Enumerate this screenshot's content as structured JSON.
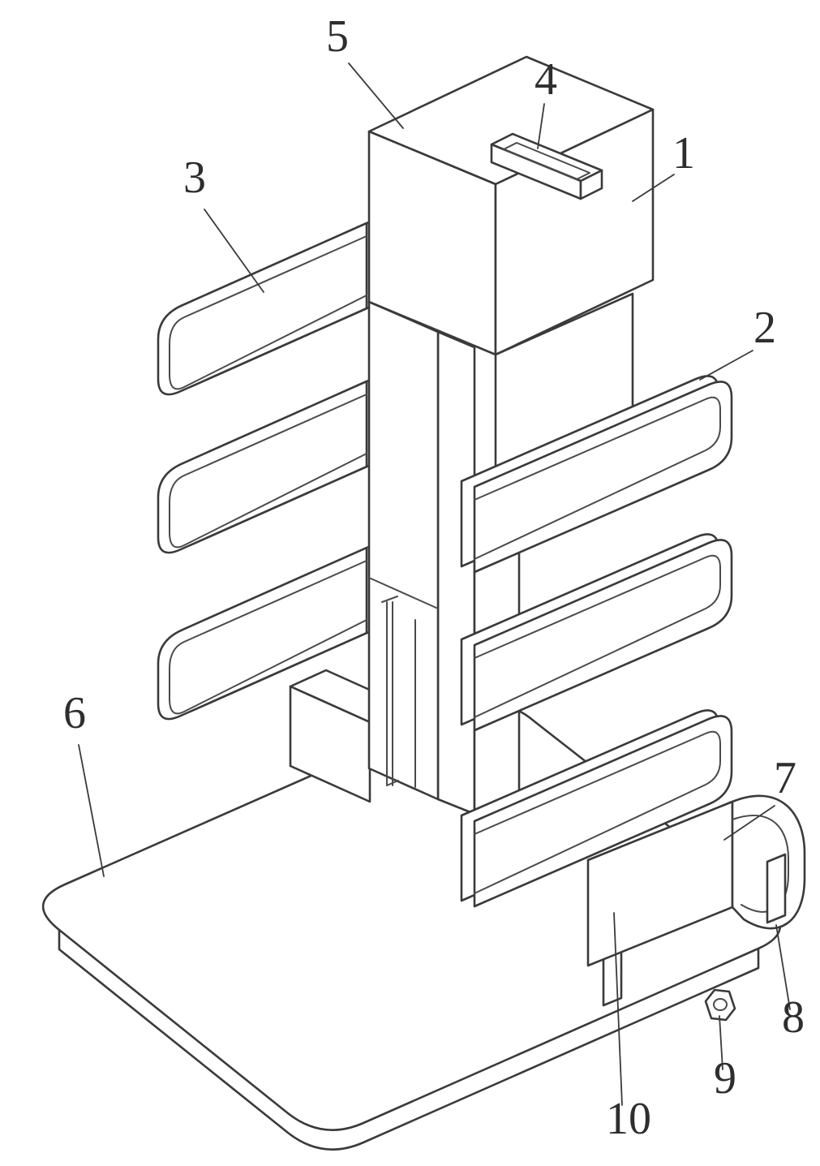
{
  "figure": {
    "type": "patent-line-drawing",
    "background": "#ffffff",
    "line_color": "#3a3a3a",
    "callouts": [
      {
        "label": "1"
      },
      {
        "label": "2"
      },
      {
        "label": "3"
      },
      {
        "label": "4"
      },
      {
        "label": "5"
      },
      {
        "label": "6"
      },
      {
        "label": "7"
      },
      {
        "label": "8"
      },
      {
        "label": "9"
      },
      {
        "label": "10"
      }
    ]
  }
}
